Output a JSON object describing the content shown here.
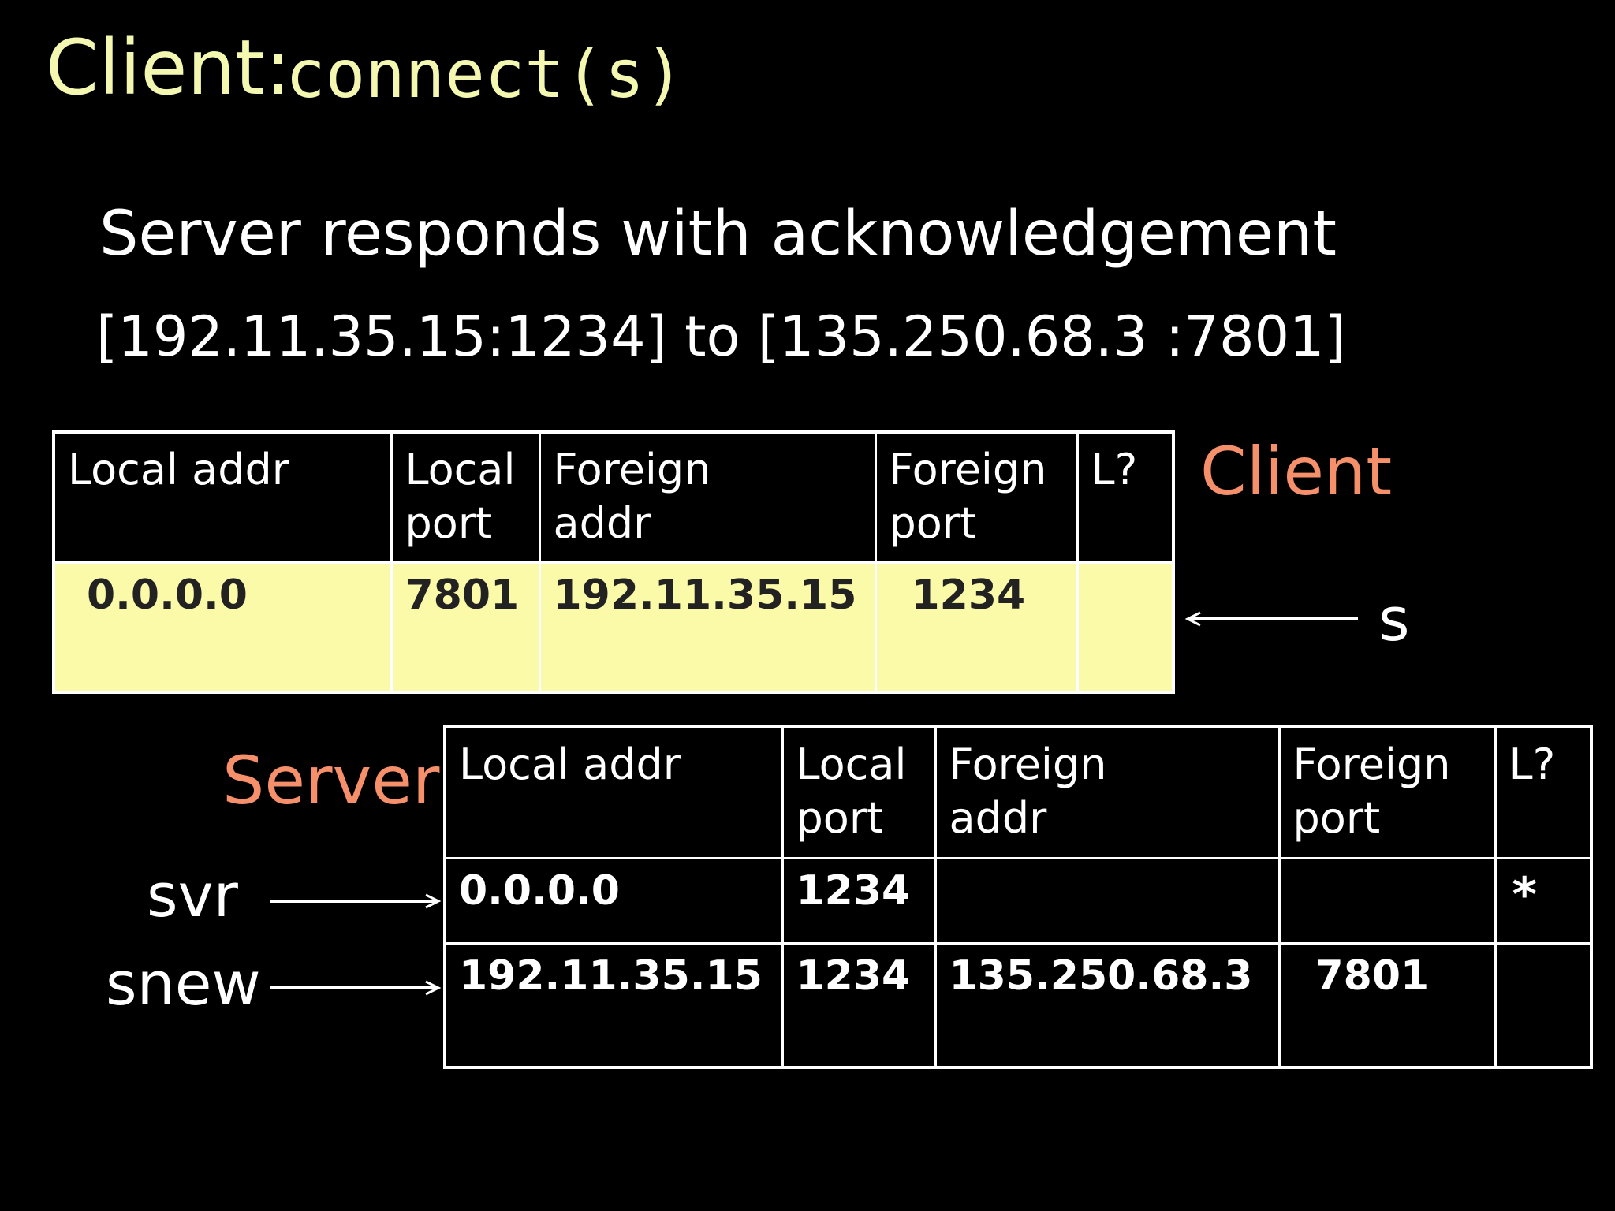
{
  "title": {
    "prefix": "Client:",
    "code": "connect(s)"
  },
  "subtitle": "Server responds with acknowledgement",
  "address_line": "[192.11.35.15:1234] to [135.250.68.3 :7801]",
  "headers": {
    "local_addr": "Local addr",
    "local_port_1": "Local",
    "local_port_2": "port",
    "foreign_addr_1": "Foreign",
    "foreign_addr_2": "addr",
    "foreign_port_1": "Foreign",
    "foreign_port_2": "port",
    "listen": "L?"
  },
  "client": {
    "label": "Client",
    "pointer": "s",
    "row": {
      "local_addr": "0.0.0.0",
      "local_port": "7801",
      "foreign_addr": "192.11.35.15",
      "foreign_port": "1234",
      "listen": ""
    }
  },
  "server": {
    "label": "Server",
    "rows": [
      {
        "pointer": "svr",
        "local_addr": "0.0.0.0",
        "local_port": "1234",
        "foreign_addr": "",
        "foreign_port": "",
        "listen": "*"
      },
      {
        "pointer": "snew",
        "local_addr": "192.11.35.15",
        "local_port": "1234",
        "foreign_addr": "135.250.68.3",
        "foreign_port": "7801",
        "listen": ""
      }
    ]
  },
  "colors": {
    "title": "#f3f7b0",
    "side_label": "#f5906a",
    "highlight_row": "#fafaa8"
  }
}
